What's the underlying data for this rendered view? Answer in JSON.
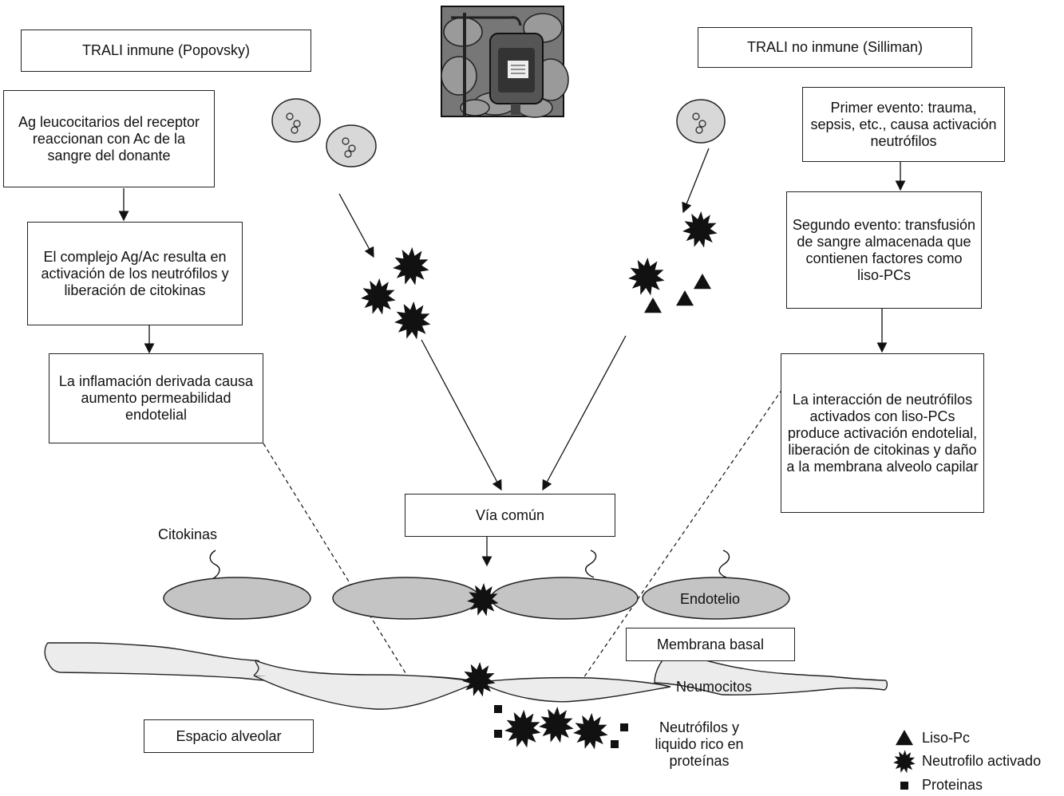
{
  "left_column": {
    "title": "TRALI inmune (Popovsky)",
    "step1": "Ag leucocitarios del receptor reaccionan con Ac de la sangre del donante",
    "step2": "El complejo Ag/Ac resulta en activación de los neutrófilos y liberación de citokinas",
    "step3": "La inflamación derivada causa aumento permeabilidad endotelial"
  },
  "right_column": {
    "title": "TRALI no inmune (Silliman)",
    "step1": "Primer evento: trauma, sepsis, etc., causa activación neutrófilos",
    "step2": "Segundo evento: transfusión de sangre almacenada que contienen factores como liso-PCs",
    "step3": "La interacción de neutrófilos activados con liso-PCs produce activación endotelial, liberación de citokinas y daño a la membrana alveolo capilar"
  },
  "center": {
    "common_path": "Vía común"
  },
  "tissue_labels": {
    "citokinas": "Citokinas",
    "endotelio": "Endotelio",
    "membrana_basal": "Membrana basal",
    "neumocitos": "Neumocitos",
    "espacio_alveolar": "Espacio alveolar",
    "neutrofilos_liquido": "Neutrófilos y liquido rico en proteínas"
  },
  "legend": {
    "items": [
      {
        "icon": "triangle-icon",
        "label": "Liso-Pc"
      },
      {
        "icon": "activated-neutrophil-icon",
        "label": "Neutrofilo activado"
      },
      {
        "icon": "square-icon",
        "label": "Proteinas"
      }
    ]
  }
}
